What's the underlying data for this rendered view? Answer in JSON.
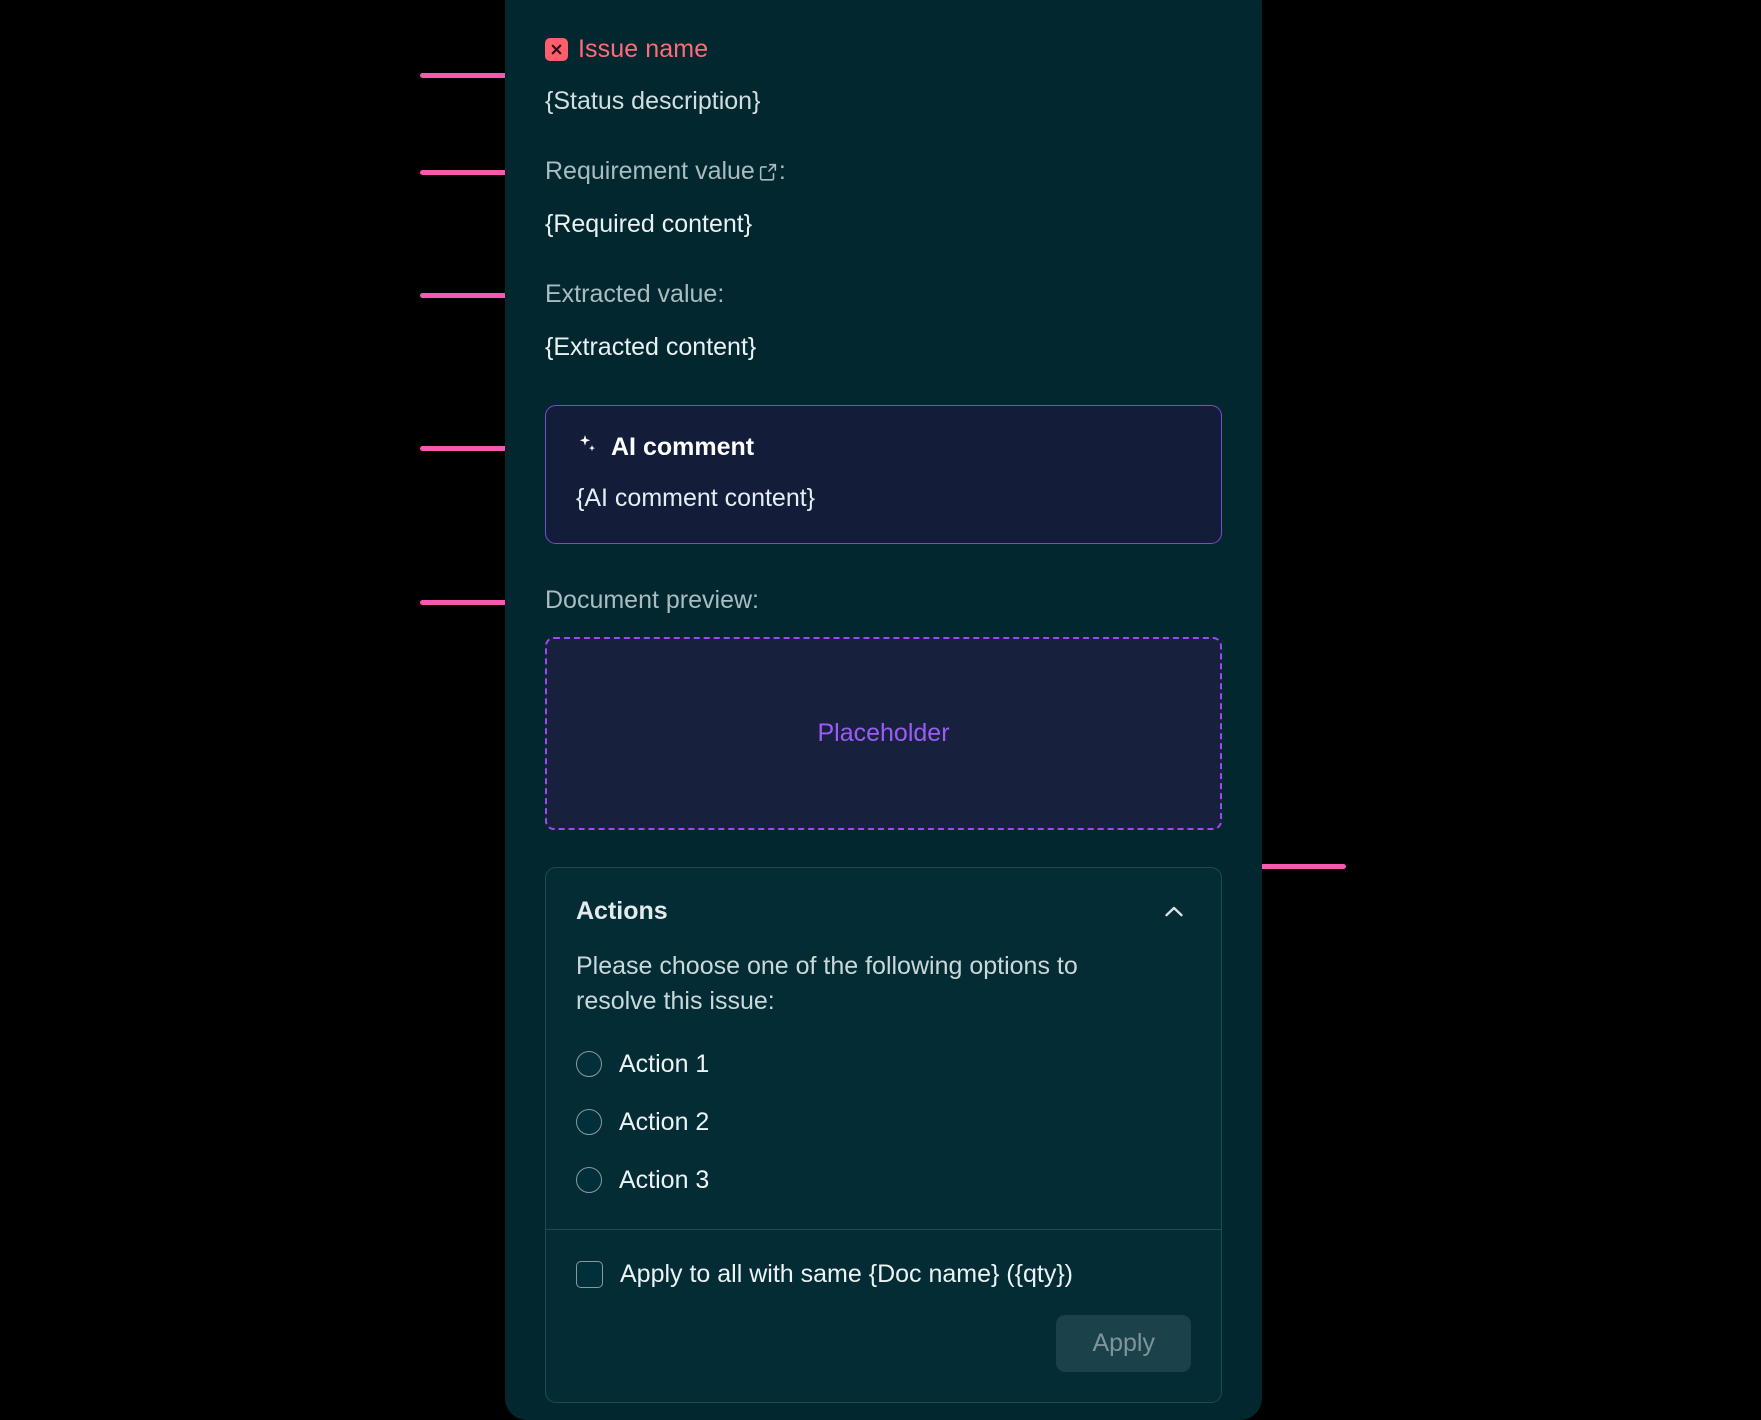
{
  "card": {
    "issue": {
      "icon": "error-x-icon",
      "title": "Issue name",
      "status_description": "{Status description}",
      "title_color": "#FF6B78",
      "icon_bg": "#FF5F6D"
    },
    "requirement": {
      "label": "Requirement value",
      "label_suffix": ":",
      "link_icon": "external-link-icon",
      "value": "{Required content}"
    },
    "extracted": {
      "label": "Extracted value:",
      "value": "{Extracted content}"
    },
    "ai_comment": {
      "icon": "sparkle-icon",
      "title": "AI comment",
      "content": "{AI comment content}",
      "border_color": "#7A4BD6",
      "background": "#131C38"
    },
    "document_preview": {
      "label": "Document preview:",
      "placeholder_text": "Placeholder",
      "border_color": "#9B4BEF",
      "text_color": "#9B5CF6"
    },
    "actions": {
      "title": "Actions",
      "collapse_icon": "chevron-up-icon",
      "description": "Please choose one of the following options to resolve this issue:",
      "options": [
        {
          "label": "Action 1",
          "selected": false
        },
        {
          "label": "Action 2",
          "selected": false
        },
        {
          "label": "Action 3",
          "selected": false
        }
      ],
      "apply_all": {
        "label": "Apply to all with same {Doc name} ({qty})",
        "checked": false
      },
      "apply_button": {
        "label": "Apply",
        "disabled": true
      }
    }
  },
  "annotations": {
    "accent_color": "#F759B0",
    "markers": [
      {
        "name": "issue-name-marker",
        "side": "left"
      },
      {
        "name": "requirement-value-marker",
        "side": "left"
      },
      {
        "name": "extracted-value-marker",
        "side": "left"
      },
      {
        "name": "ai-comment-marker",
        "side": "left"
      },
      {
        "name": "document-preview-marker",
        "side": "left"
      },
      {
        "name": "actions-marker",
        "side": "right"
      }
    ]
  }
}
